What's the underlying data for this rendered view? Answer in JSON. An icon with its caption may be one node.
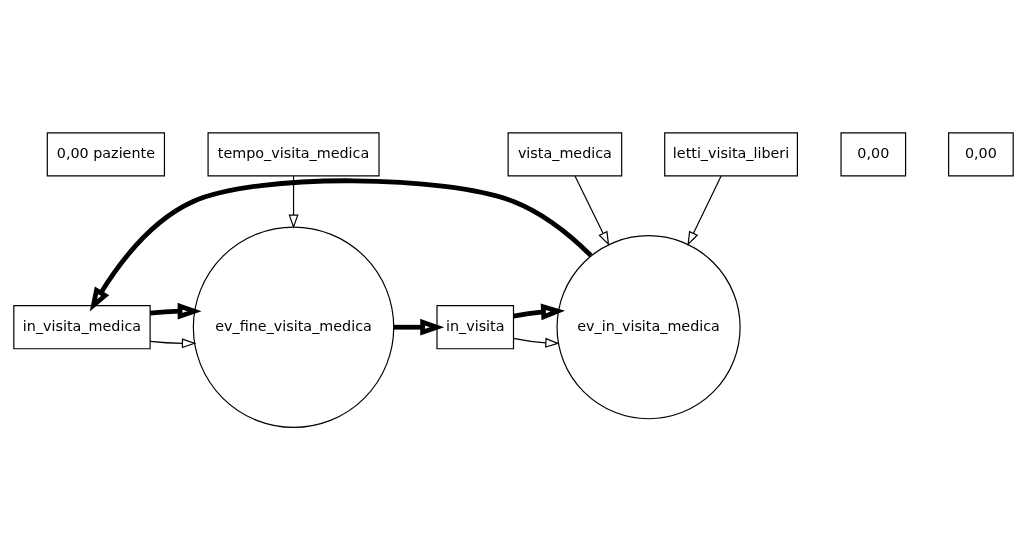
{
  "diagram": {
    "nodes": [
      {
        "text": [
          "0,00 paziente"
        ]
      },
      {
        "text": [
          "vista_medica"
        ]
      },
      {
        "text": [
          "letti_visita_liberi"
        ]
      },
      {
        "text": [
          "tempo_visita_medica"
        ]
      },
      {
        "text": [
          "0,00"
        ]
      },
      {
        "text": [
          "0,00"
        ]
      },
      {
        "text": [
          "in_visita"
        ]
      },
      {
        "text": [
          "in_visita_medica"
        ]
      },
      {
        "text": [
          "ev_in_visita_medica"
        ]
      },
      {
        "text": [
          "ev_fine_visita_medica"
        ]
      }
    ],
    "edges": [
      {
        "from": 2,
        "to": 8,
        "arrow": "to"
      },
      {
        "from": 1,
        "to": 8,
        "arrow": "to"
      },
      {
        "from": 6,
        "to": 8,
        "arrow": "to"
      },
      {
        "from": 7,
        "to": 9,
        "arrow": "to"
      },
      {
        "from": 3,
        "to": 9,
        "arrow": "to"
      },
      {
        "from": 6,
        "to": 8,
        "arrow": "to",
        "style": "thick"
      },
      {
        "from": 8,
        "to": 7,
        "arrow": "to",
        "style": "thick"
      },
      {
        "from": 7,
        "to": 9,
        "arrow": "to",
        "style": "thick"
      },
      {
        "from": 9,
        "to": 6,
        "arrow": "to",
        "style": "thick"
      }
    ]
  }
}
